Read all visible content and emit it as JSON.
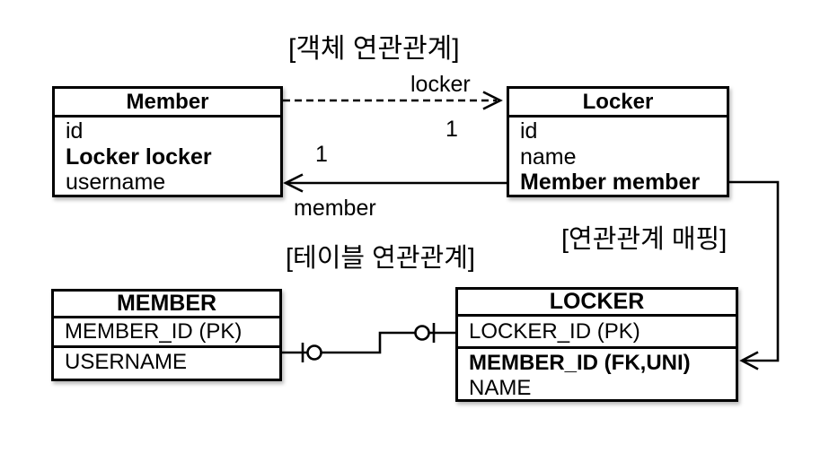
{
  "titles": {
    "object_relation": "[객체 연관관계]",
    "table_relation": "[테이블 연관관계]",
    "mapping": "[연관관계 매핑]"
  },
  "object_diagram": {
    "member_class": {
      "title": "Member",
      "fields": [
        "id",
        "Locker locker",
        "username"
      ]
    },
    "locker_class": {
      "title": "Locker",
      "fields": [
        "id",
        "name",
        "Member member"
      ]
    },
    "association": {
      "to_locker_label": "locker",
      "to_locker_multiplicity": "1",
      "to_member_label": "member",
      "to_member_multiplicity": "1"
    }
  },
  "table_diagram": {
    "member_table": {
      "title": "MEMBER",
      "rows": [
        "MEMBER_ID (PK)",
        "USERNAME"
      ]
    },
    "locker_table": {
      "title": "LOCKER",
      "rows": [
        "LOCKER_ID (PK)",
        "MEMBER_ID (FK,UNI)",
        "NAME"
      ]
    }
  }
}
